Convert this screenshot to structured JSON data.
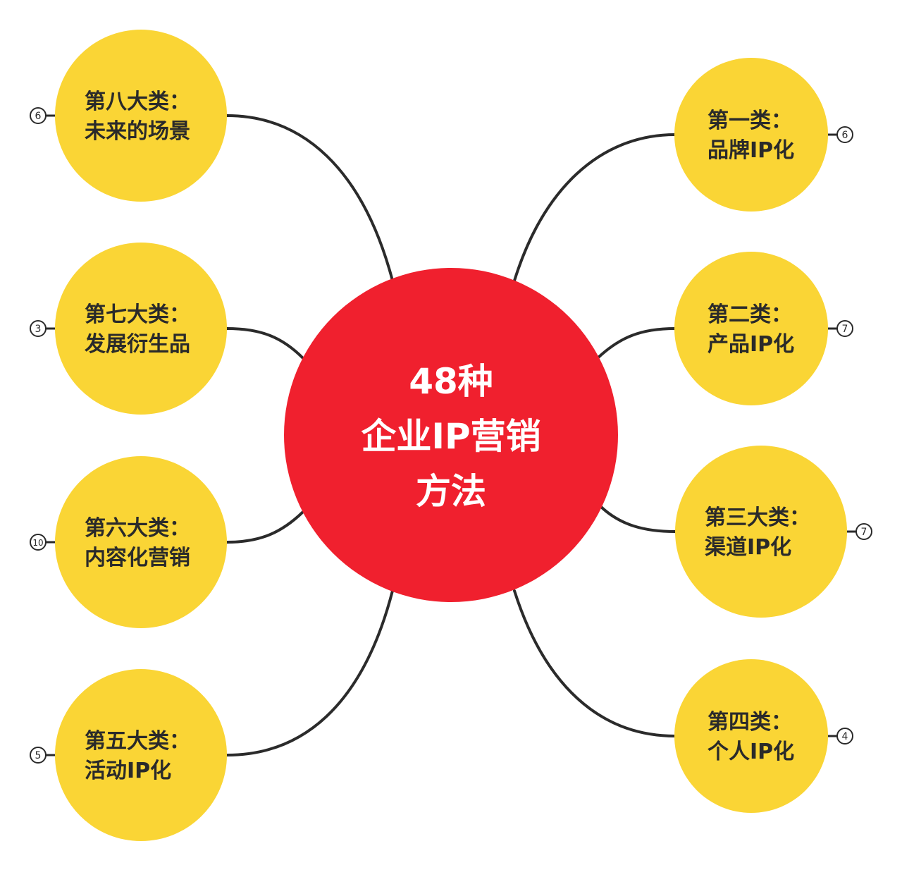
{
  "colors": {
    "center": "#f0202e",
    "branch": "#fad535",
    "connector": "#2b2b2b",
    "text": "#2a2a2a",
    "center_text": "#ffffff"
  },
  "center": {
    "lines": [
      "48种",
      "企业IP营销",
      "方法"
    ]
  },
  "branches": [
    {
      "id": "b1",
      "lines": [
        "第一类：",
        "品牌IP化"
      ],
      "count": "6"
    },
    {
      "id": "b2",
      "lines": [
        "第二类：",
        "产品IP化"
      ],
      "count": "7"
    },
    {
      "id": "b3",
      "lines": [
        "第三大类：",
        "渠道IP化"
      ],
      "count": "7"
    },
    {
      "id": "b4",
      "lines": [
        "第四类：",
        "个人IP化"
      ],
      "count": "4"
    },
    {
      "id": "b5",
      "lines": [
        "第五大类：",
        "活动IP化"
      ],
      "count": "5"
    },
    {
      "id": "b6",
      "lines": [
        "第六大类：",
        "内容化营销"
      ],
      "count": "10"
    },
    {
      "id": "b7",
      "lines": [
        "第七大类：",
        "发展衍生品"
      ],
      "count": "3"
    },
    {
      "id": "b8",
      "lines": [
        "第八大类：",
        "未来的场景"
      ],
      "count": "6"
    }
  ]
}
